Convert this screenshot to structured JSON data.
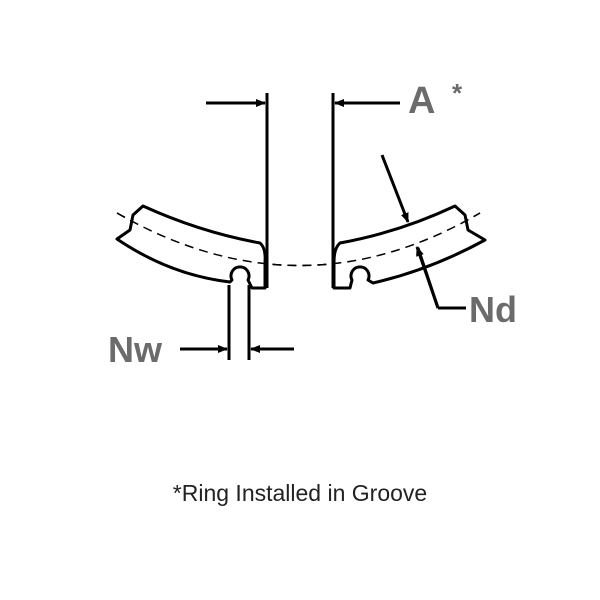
{
  "labels": {
    "a": "A",
    "a_note": "*",
    "nd": "Nd",
    "nw": "Nw"
  },
  "caption": "*Ring Installed in Groove",
  "colors": {
    "line": "#000000",
    "label": "#6b6b6b"
  }
}
